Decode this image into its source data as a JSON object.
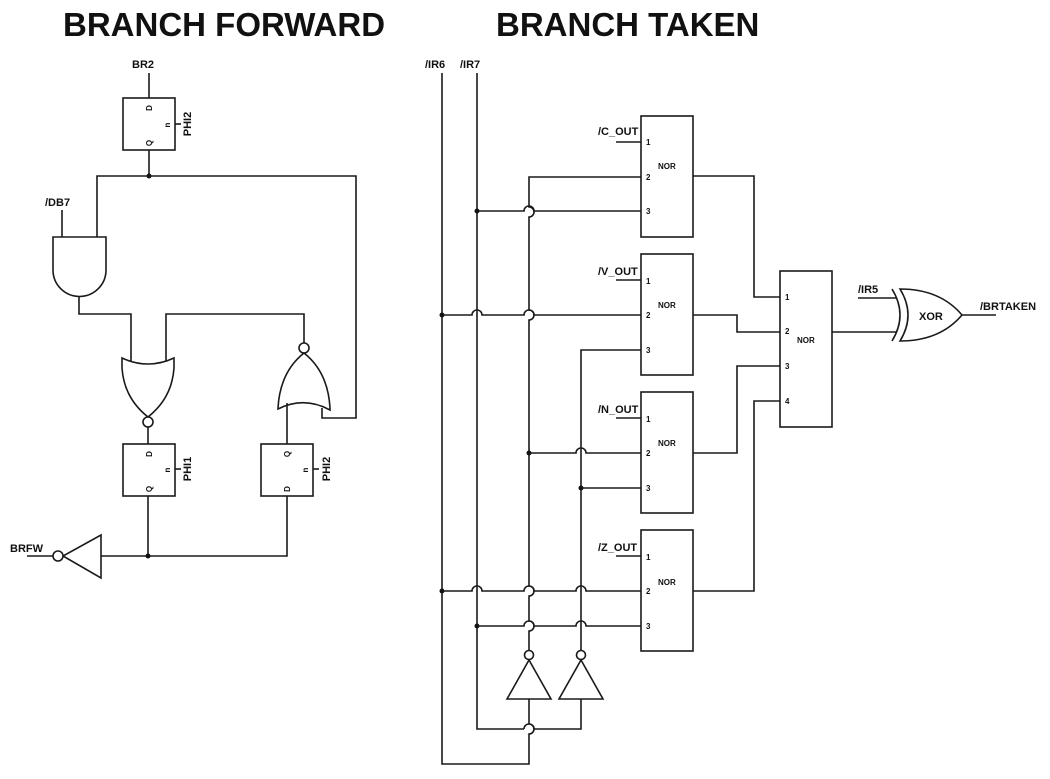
{
  "titles": {
    "left": "BRANCH FORWARD",
    "right": "BRANCH TAKEN"
  },
  "branch_forward": {
    "signals": {
      "br2": "BR2",
      "db7": "/DB7",
      "brfw": "BRFW"
    },
    "latches": [
      {
        "id": "latch-top",
        "pin_d": "D",
        "pin_q": "Q",
        "pin_clk": "n",
        "clock": "PHI2"
      },
      {
        "id": "latch-mid-left",
        "pin_d": "D",
        "pin_q": "Q",
        "pin_clk": "n",
        "clock": "PHI1"
      },
      {
        "id": "latch-mid-right",
        "pin_d": "D",
        "pin_q": "Q",
        "pin_clk": "n",
        "clock": "PHI2"
      }
    ],
    "gates": [
      "AND",
      "NOR",
      "NOR",
      "NOT"
    ]
  },
  "branch_taken": {
    "signals": {
      "ir6": "/IR6",
      "ir7": "/IR7",
      "ir5": "/IR5",
      "brtaken": "/BRTAKEN"
    },
    "nor_blocks": [
      {
        "input": "/C_OUT",
        "label": "NOR",
        "pins": [
          "1",
          "2",
          "3"
        ]
      },
      {
        "input": "/V_OUT",
        "label": "NOR",
        "pins": [
          "1",
          "2",
          "3"
        ]
      },
      {
        "input": "/N_OUT",
        "label": "NOR",
        "pins": [
          "1",
          "2",
          "3"
        ]
      },
      {
        "input": "/Z_OUT",
        "label": "NOR",
        "pins": [
          "1",
          "2",
          "3"
        ]
      }
    ],
    "final_nor": {
      "label": "NOR",
      "pins": [
        "1",
        "2",
        "3",
        "4"
      ]
    },
    "xor": {
      "label": "XOR"
    }
  }
}
